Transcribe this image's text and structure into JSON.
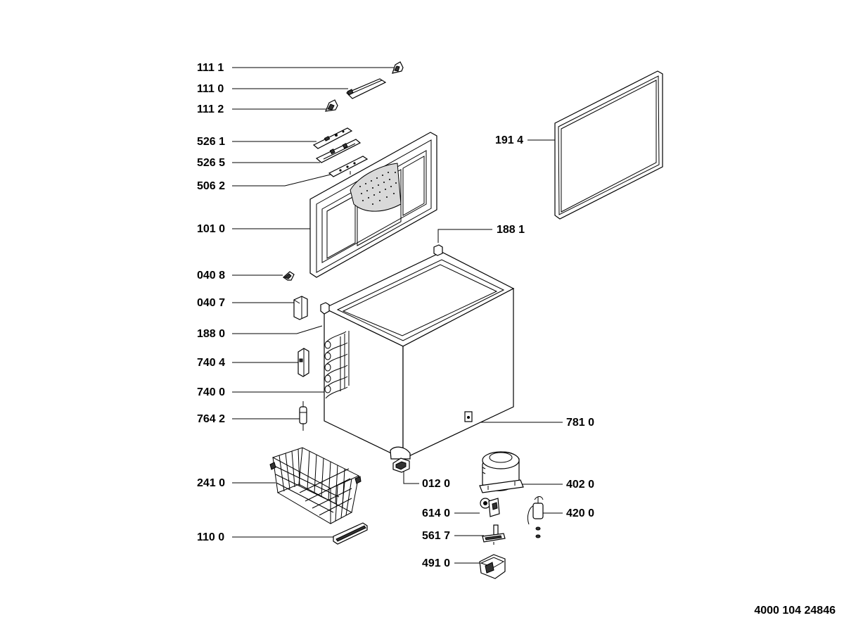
{
  "labels": {
    "p1111": "111 1",
    "p1110": "111 0",
    "p1112": "111 2",
    "p5261": "526 1",
    "p5265": "526 5",
    "p5062": "506 2",
    "p1010": "101 0",
    "p0408": "040 8",
    "p0407": "040 7",
    "p1880": "188 0",
    "p7404": "740 4",
    "p7400": "740 0",
    "p7642": "764 2",
    "p2410": "241 0",
    "p1100": "110 0",
    "p1914": "191 4",
    "p1881": "188 1",
    "p7810": "781 0",
    "p0120": "012 0",
    "p4020": "402 0",
    "p6140": "614 0",
    "p4200": "420 0",
    "p5617": "561 7",
    "p4910": "491 0"
  },
  "footer": {
    "doc_number": "4000 104 24846"
  }
}
